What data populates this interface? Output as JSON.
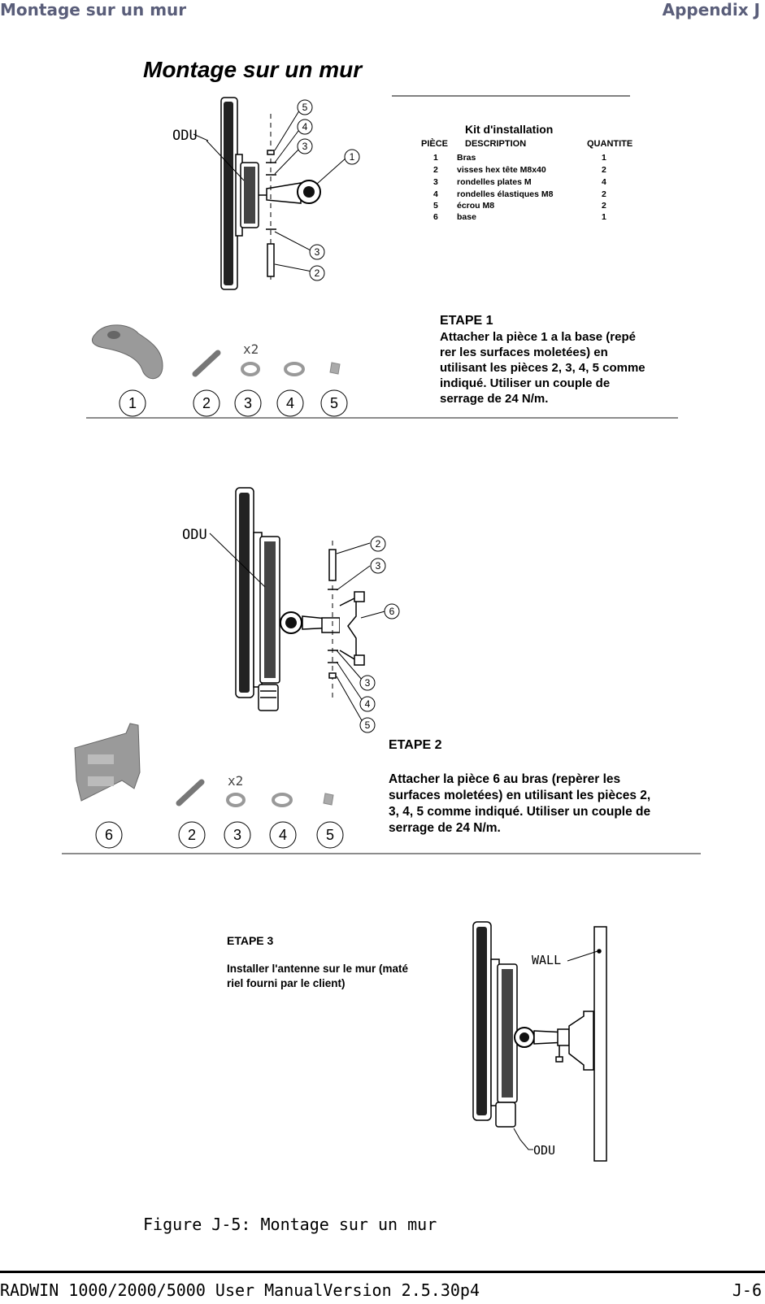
{
  "header": {
    "left": "Montage sur un mur",
    "right": "Appendix J"
  },
  "title": "Montage sur un mur",
  "kit": {
    "title": "Kit d'installation",
    "columns": [
      "PIÈCE",
      "DESCRIPTION",
      "QUANTITE"
    ],
    "rows": [
      {
        "piece": "1",
        "desc": "Bras",
        "qty": "1"
      },
      {
        "piece": "2",
        "desc": "visses hex tête M8x40",
        "qty": "2"
      },
      {
        "piece": "3",
        "desc": "rondelles plates M",
        "qty": "4"
      },
      {
        "piece": "4",
        "desc": "rondelles élastiques M8",
        "qty": "2"
      },
      {
        "piece": "5",
        "desc": "écrou M8",
        "qty": "2"
      },
      {
        "piece": "6",
        "desc": "base",
        "qty": "1"
      }
    ]
  },
  "labels": {
    "odu": "ODU",
    "wall": "WALL",
    "x2": "x2"
  },
  "step1": {
    "title": "ETAPE 1",
    "lines": [
      "Attacher la pièce 1 a la base  (repé",
      "rer les surfaces moletées) en",
      "utilisant les pièces 2, 3, 4, 5 comme",
      "indiqué. Utiliser un couple de",
      "serrage de 24 N/m."
    ],
    "parts": [
      "1",
      "2",
      "3",
      "4",
      "5"
    ]
  },
  "step2": {
    "title": "ETAPE 2",
    "lines": [
      " Attacher la pièce 6 au bras (repèrer les",
      "surfaces moletées) en utilisant les pièces 2,",
      "3, 4, 5 comme indiqué. Utiliser un couple de",
      "serrage de 24 N/m."
    ],
    "parts": [
      "6",
      "2",
      "3",
      "4",
      "5"
    ]
  },
  "step3": {
    "title": "ETAPE 3",
    "lines": [
      "Installer l'antenne sur le mur (maté",
      "riel fourni par le client)"
    ]
  },
  "diagram1_callouts": [
    "5",
    "4",
    "3",
    "1",
    "3",
    "2"
  ],
  "diagram2_callouts": [
    "2",
    "3",
    "6",
    "3",
    "4",
    "5"
  ],
  "caption": "Figure J-5: Montage sur un mur",
  "footer": {
    "left": "RADWIN 1000/2000/5000 User ManualVersion  2.5.30p4",
    "right": "J-6"
  }
}
